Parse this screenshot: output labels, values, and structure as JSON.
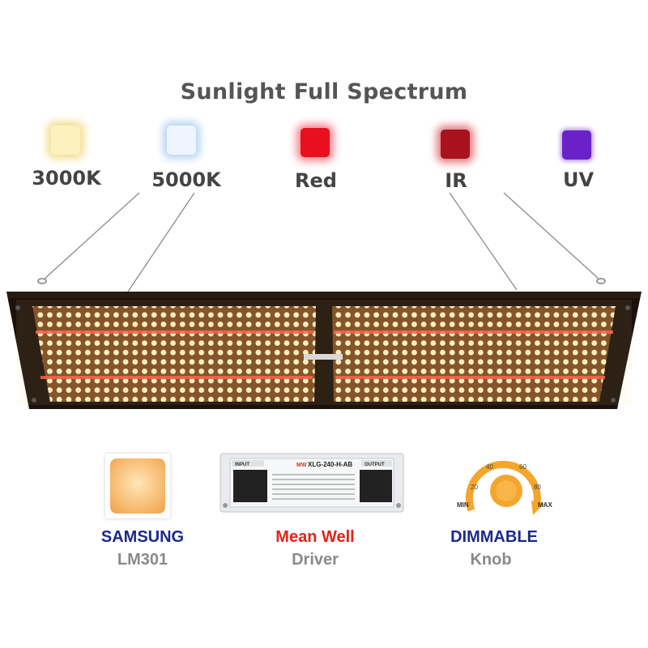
{
  "title": "Sunlight Full Spectrum",
  "spectrum": [
    {
      "label": "3000K",
      "color": "#f7e8a8",
      "icon": "warm-white-led-icon"
    },
    {
      "label": "5000K",
      "color": "#dcebff",
      "icon": "cool-white-led-icon"
    },
    {
      "label": "Red",
      "color": "#e8101f",
      "icon": "red-led-icon"
    },
    {
      "label": "IR",
      "color": "#b8141e",
      "icon": "infrared-led-icon"
    },
    {
      "label": "UV",
      "color": "#6a22c8",
      "icon": "uv-led-icon"
    }
  ],
  "features": [
    {
      "title": "SAMSUNG",
      "subtitle": "LM301",
      "title_color": "#1a2a8a",
      "icon": "led-chip-icon"
    },
    {
      "title": "Mean Well",
      "subtitle": "Driver",
      "title_color": "#e0241b",
      "icon": "driver-icon"
    },
    {
      "title": "DIMMABLE",
      "subtitle": "Knob",
      "title_color": "#1a2a8a",
      "icon": "dimmer-knob-icon"
    }
  ],
  "driver": {
    "model": "XLG-240-H-AB",
    "input_label": "INPUT",
    "output_label": "OUTPUT",
    "brand": "MW"
  },
  "knob": {
    "ticks": [
      "20",
      "40",
      "60",
      "80"
    ],
    "min_label": "MIN",
    "max_label": "MAX"
  },
  "colors": {
    "panel": "#1a0f0a",
    "led_warm": "#fff1c4",
    "led_red": "#ff4a3a",
    "knob": "#f4a52c"
  }
}
